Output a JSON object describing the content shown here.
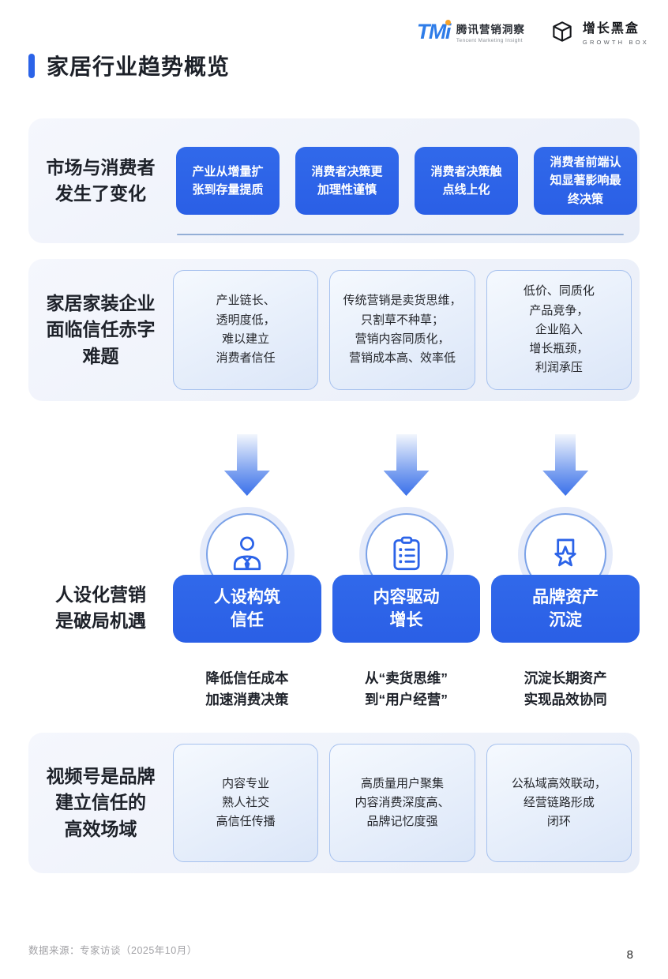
{
  "header": {
    "tmi_mark_tm": "TM",
    "tmi_mark_i": "i",
    "tmi_cn": "腾讯营销洞察",
    "tmi_en": "Tencent Marketing Insight",
    "growth_cn": "增长黑盒",
    "growth_en": "GROWTH BOX"
  },
  "title": "家居行业趋势概览",
  "section1": {
    "label": "市场与消费者\n发生了变化",
    "items": [
      "产业从增量扩\n张到存量提质",
      "消费者决策更\n加理性谨慎",
      "消费者决策触\n点线上化",
      "消费者前端认\n知显著影响最\n终决策"
    ]
  },
  "section2": {
    "label": "家居家装企业\n面临信任赤字\n难题",
    "boxes": [
      "产业链长、\n透明度低，\n难以建立\n消费者信任",
      "传统营销是卖货思维，\n只割草不种草；\n营销内容同质化，\n营销成本高、效率低",
      "低价、同质化\n产品竞争，\n企业陷入\n增长瓶颈，\n利润承压"
    ]
  },
  "middle": {
    "label": "人设化营销\n是破局机遇",
    "columns": [
      {
        "icon": "person-tie-icon",
        "button": "人设构筑\n信任",
        "caption": "降低信任成本\n加速消费决策"
      },
      {
        "icon": "clipboard-list-icon",
        "button": "内容驱动\n增长",
        "caption": "从“卖货思维”\n到“用户经营”"
      },
      {
        "icon": "star-award-icon",
        "button": "品牌资产\n沉淀",
        "caption": "沉淀长期资产\n实现品效协同"
      }
    ]
  },
  "section3": {
    "label": "视频号是品牌\n建立信任的\n高效场域",
    "boxes": [
      "内容专业\n熟人社交\n高信任传播",
      "高质量用户聚集\n内容消费深度高、\n品牌记忆度强",
      "公私域高效联动，\n经营链路形成\n闭环"
    ]
  },
  "footer": {
    "source": "数据来源：专家访谈（2025年10月）",
    "page": "8"
  },
  "colors": {
    "primary_blue": "#2B63E8",
    "panel_bg": "#ECF1FA",
    "box_border": "#A6C1EE",
    "accent_orange": "#F6A42C"
  }
}
